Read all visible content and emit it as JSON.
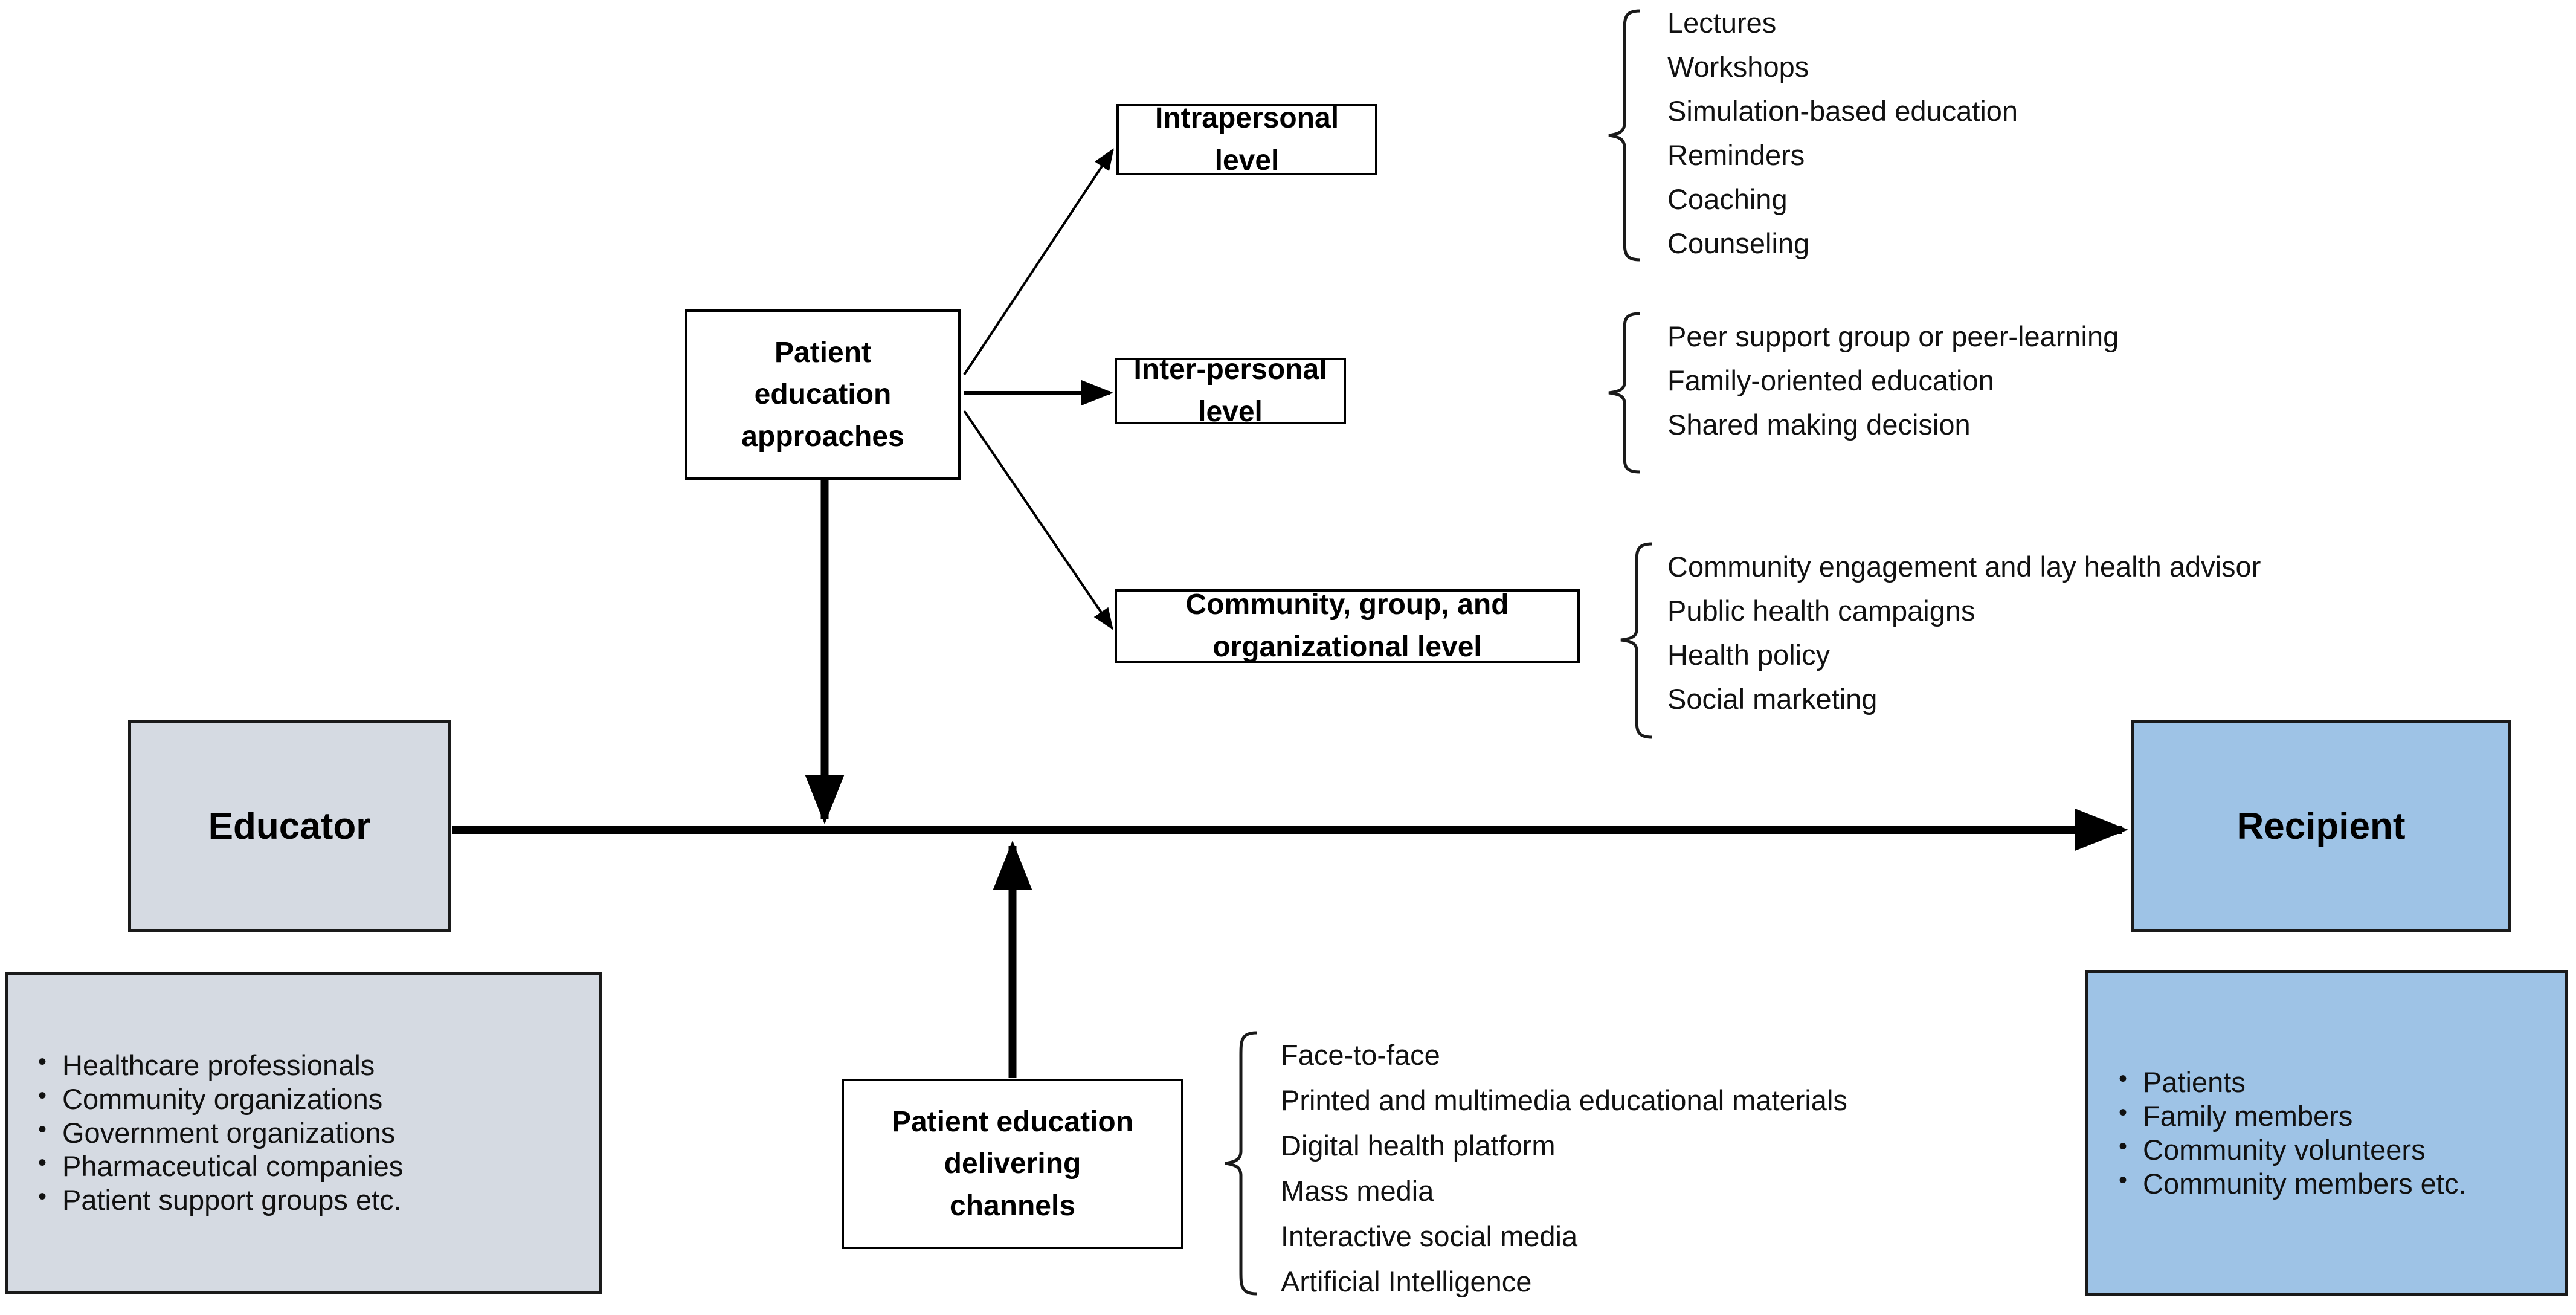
{
  "colors": {
    "educator_fill": "#d5dae2",
    "recipient_fill": "#9ec3e6",
    "box_border": "#1a1a1a",
    "line": "#000000",
    "text": "#111111"
  },
  "central": {
    "approaches_box": "Patient education approaches",
    "delivering_box": "Patient education delivering channels"
  },
  "levels": [
    {
      "label": "Intrapersonal level",
      "items": [
        "Lectures",
        "Workshops",
        "Simulation-based education",
        "Reminders",
        "Coaching",
        "Counseling"
      ]
    },
    {
      "label": "Inter-personal level",
      "items": [
        "Peer support group or peer-learning",
        "Family-oriented education",
        "Shared making decision"
      ]
    },
    {
      "label": "Community, group, and organizational level",
      "items": [
        "Community engagement and lay health advisor",
        "Public health campaigns",
        "Health policy",
        "Social marketing"
      ]
    }
  ],
  "channels": {
    "items": [
      "Face-to-face",
      "Printed and multimedia educational materials",
      "Digital health platform",
      "Mass media",
      "Interactive social media",
      "Artificial Intelligence"
    ]
  },
  "educator": {
    "title": "Educator",
    "items": [
      "Healthcare professionals",
      "Community organizations",
      "Government organizations",
      "Pharmaceutical companies",
      "Patient support groups etc."
    ]
  },
  "recipient": {
    "title": "Recipient",
    "items": [
      "Patients",
      "Family members",
      "Community volunteers",
      "Community members etc."
    ]
  }
}
